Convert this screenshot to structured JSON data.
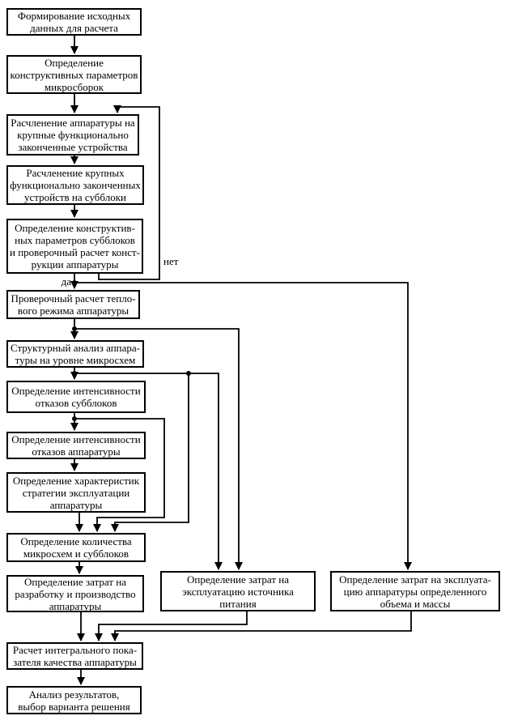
{
  "diagram": {
    "type": "flowchart",
    "line_color": "#000000",
    "box_background": "#ffffff",
    "decision_labels": {
      "yes": "да",
      "no": "нет"
    },
    "nodes": [
      {
        "id": 1,
        "text": "Формирование исходных\nданных для расчета"
      },
      {
        "id": 2,
        "text": "Определение\nконструктивных параметров\nмикросборок"
      },
      {
        "id": 3,
        "text": "Расчленение аппаратуры на\nкрупные функционально\nзаконченные устройства"
      },
      {
        "id": 4,
        "text": "Расчленение крупных\nфункционально законченных\nустройств на субблоки"
      },
      {
        "id": 5,
        "text": "Определение конструктив-\nных параметров субблоков\nи проверочный расчет конст-\nрукции аппаратуры"
      },
      {
        "id": 6,
        "text": "Проверочный расчет тепло-\nвого режима аппаратуры"
      },
      {
        "id": 7,
        "text": "Структурный анализ аппара-\nтуры на уровне микросхем"
      },
      {
        "id": 8,
        "text": "Определение интенсивности\nотказов субблоков"
      },
      {
        "id": 9,
        "text": "Определение интенсивности\nотказов аппаратуры"
      },
      {
        "id": 10,
        "text": "Определение характеристик\nстратегии эксплуатации\nаппаратуры"
      },
      {
        "id": 11,
        "text": "Определение количества\nмикросхем и субблоков"
      },
      {
        "id": 12,
        "text": "Определение затрат на\nразработку и производство\nаппаратуры"
      },
      {
        "id": 13,
        "text": "Определение затрат на\nэксплуатацию источника\nпитания"
      },
      {
        "id": 14,
        "text": "Определение затрат на эксплуата-\nцию аппаратуры определенного\nобъема и массы"
      },
      {
        "id": 15,
        "text": "Расчет интегрального пока-\nзателя качества аппаратуры"
      },
      {
        "id": 16,
        "text": "Анализ результатов,\nвыбор варианта решения"
      }
    ],
    "edges": [
      {
        "from": 1,
        "to": 2,
        "label": ""
      },
      {
        "from": 2,
        "to": 3,
        "label": ""
      },
      {
        "from": 3,
        "to": 4,
        "label": ""
      },
      {
        "from": 4,
        "to": 5,
        "label": ""
      },
      {
        "from": 5,
        "to": 6,
        "label": "да"
      },
      {
        "from": 5,
        "to": 3,
        "label": "нет"
      },
      {
        "from": 5,
        "to": 14,
        "label": "да"
      },
      {
        "from": 6,
        "to": 7,
        "label": ""
      },
      {
        "from": 6,
        "to": 13,
        "label": ""
      },
      {
        "from": 7,
        "to": 8,
        "label": ""
      },
      {
        "from": 7,
        "to": 13,
        "label": ""
      },
      {
        "from": 7,
        "to": 11,
        "label": ""
      },
      {
        "from": 8,
        "to": 9,
        "label": ""
      },
      {
        "from": 8,
        "to": 11,
        "label": ""
      },
      {
        "from": 9,
        "to": 10,
        "label": ""
      },
      {
        "from": 10,
        "to": 11,
        "label": ""
      },
      {
        "from": 11,
        "to": 12,
        "label": ""
      },
      {
        "from": 12,
        "to": 15,
        "label": ""
      },
      {
        "from": 13,
        "to": 15,
        "label": ""
      },
      {
        "from": 14,
        "to": 15,
        "label": ""
      },
      {
        "from": 15,
        "to": 16,
        "label": ""
      }
    ]
  }
}
